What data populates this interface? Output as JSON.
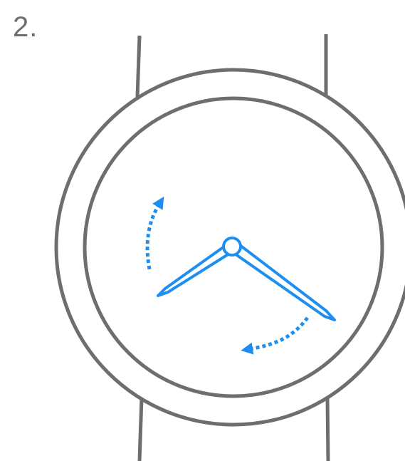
{
  "step": {
    "label": "2."
  },
  "illustration": {
    "subject": "watch-icon",
    "outline_color": "#6e6e6e",
    "accent_color": "#1e8ff0",
    "arrows": [
      {
        "name": "hour-hand-rotate-arrow",
        "direction": "clockwise"
      },
      {
        "name": "minute-hand-rotate-arrow",
        "direction": "clockwise"
      }
    ]
  }
}
